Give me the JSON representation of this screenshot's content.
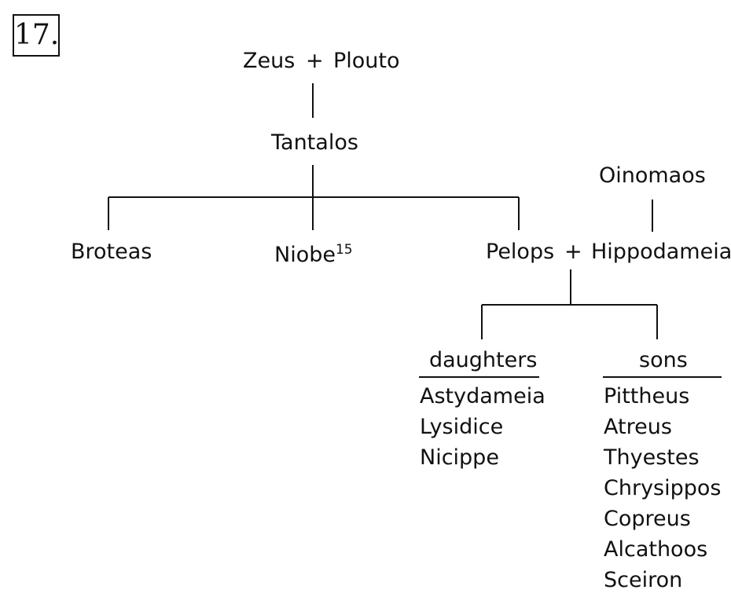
{
  "figure_label": "17.",
  "tree": {
    "zeus": "Zeus",
    "plus_1": "+",
    "plouto": "Plouto",
    "tantalos": "Tantalos",
    "oinomaos": "Oinomaos",
    "broteas": "Broteas",
    "niobe": "Niobe",
    "niobe_note": "15",
    "pelops": "Pelops",
    "plus_2": "+",
    "hippodameia": "Hippodameia"
  },
  "children": {
    "daughters_heading": "daughters",
    "daughters": [
      "Astydameia",
      "Lysidice",
      "Nicippe"
    ],
    "sons_heading": "sons",
    "sons": [
      "Pittheus",
      "Atreus",
      "Thyestes",
      "Chrysippos",
      "Copreus",
      "Alcathoos",
      "Sceiron"
    ]
  },
  "colors": {
    "ink": "#111111",
    "background": "#ffffff"
  }
}
